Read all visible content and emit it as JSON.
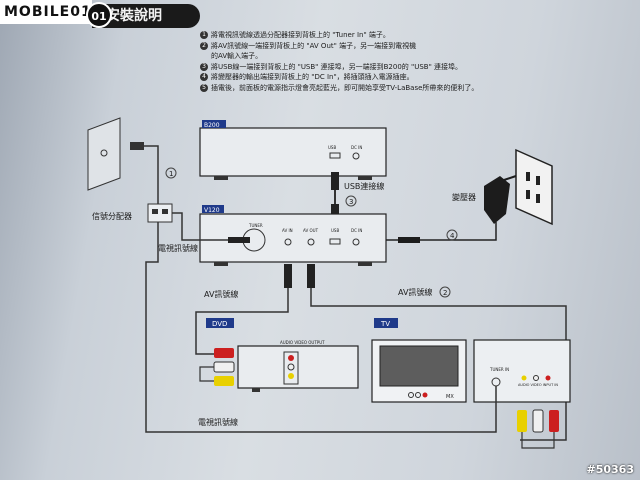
{
  "site_logo": "MOBILE01",
  "header": {
    "badge": "01",
    "title": "安裝說明"
  },
  "steps": [
    {
      "n": "1",
      "text": "將電視訊號線透過分配器接到背板上的 \"Tuner In\" 端子。"
    },
    {
      "n": "2",
      "text": "將AV訊號線一端接到背板上的 \"AV Out\" 端子，另一端接到電視機"
    },
    {
      "n": "",
      "text": "的AV輸入端子。"
    },
    {
      "n": "3",
      "text": "將USB線一端接到背板上的 \"USB\" 連接埠，另一端接到B200的 \"USB\" 連接埠。"
    },
    {
      "n": "4",
      "text": "將變壓器的輸出端接到背板上的 \"DC In\"，將插頭插入電源插座。"
    },
    {
      "n": "5",
      "text": "插電後，前面板的電源指示燈會亮起藍光，即可開始享受TV-LaBase所帶來的便利了。"
    }
  ],
  "diagram": {
    "b200": {
      "label": "B200",
      "usb": "USB",
      "dcin": "DC IN"
    },
    "v120": {
      "label": "V120",
      "tuner": "TUNER",
      "avin": "AV IN",
      "avout": "AV OUT",
      "usb": "USB",
      "dcin": "DC IN"
    },
    "usb_cable": "USB連接線",
    "splitter": "信號分配器",
    "tv_cable_1": "電視訊號線",
    "av_cable_left": "AV訊號線",
    "av_cable_right": "AV訊號線",
    "adapter": "變壓器",
    "dvd": {
      "label": "DVD",
      "output": "AUDIO VIDEO OUTPUT"
    },
    "tv": {
      "label": "TV",
      "brand": "MX",
      "tuner_in": "TUNER IN",
      "av_in": "AUDIO VIDEO INPUT IN"
    },
    "tv_cable_2": "電視訊號線",
    "callouts": [
      "1",
      "2",
      "3",
      "4"
    ]
  },
  "watermark": "#50363",
  "colors": {
    "header_bg": "#1a1a1a",
    "label_bg": "#1f3a8a",
    "rca_yellow": "#e8d000",
    "rca_white": "#f0f0f0",
    "rca_red": "#cc1f1f"
  }
}
